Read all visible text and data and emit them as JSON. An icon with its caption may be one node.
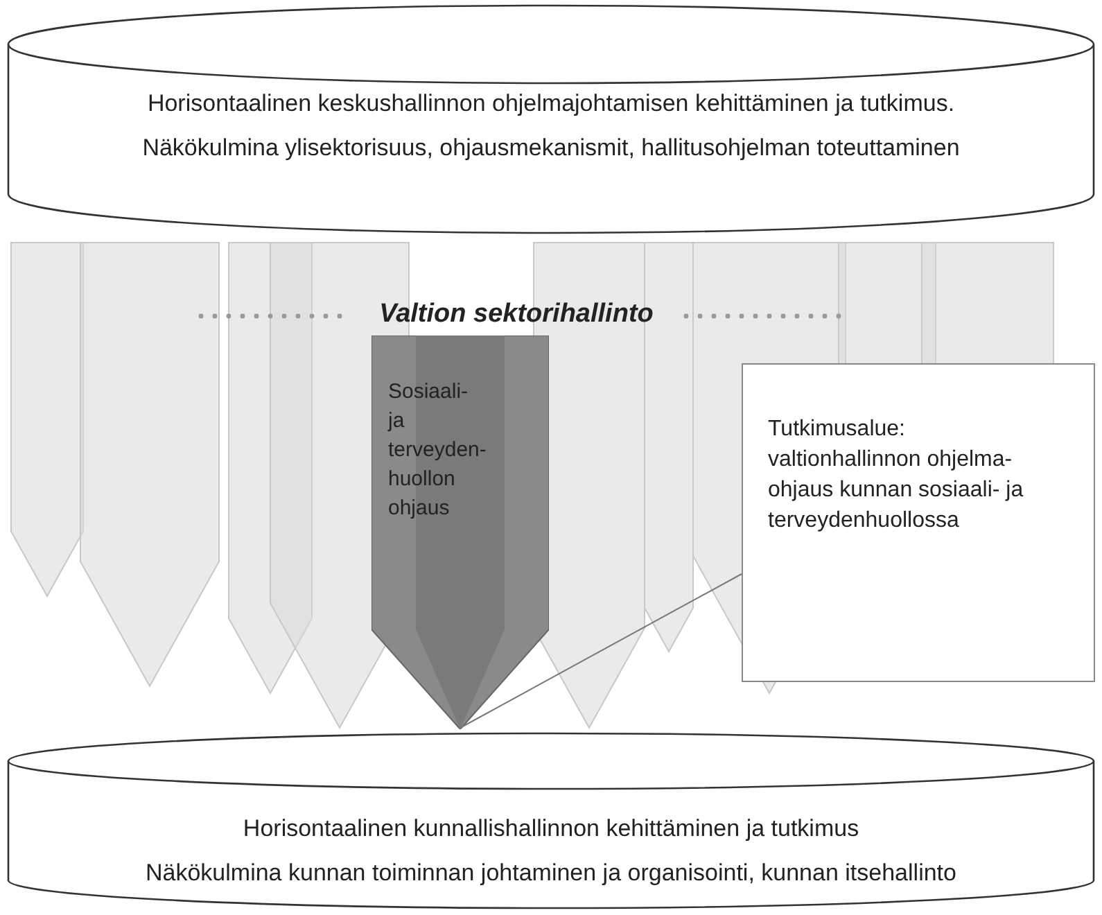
{
  "diagram": {
    "nodes": [
      {
        "text": [
          "Horisontaalinen keskushallinnon ohjelmajohtamisen kehittäminen ja tutkimus.",
          "Näkökulmina ylisektorisuus, ohjausmekanismit, hallitusohjelman toteuttaminen"
        ]
      },
      {
        "text": [
          "Horisontaalinen kunnallishallinnon kehittäminen ja tutkimus",
          "Näkökulmina kunnan toiminnan johtaminen ja organisointi, kunnan itsehallinto"
        ]
      },
      {
        "text": [
          "Sosiaali- ja terveyden- huollon ohjaus"
        ]
      },
      {
        "text": [
          "Tutkimusalue: valtionhallinnon ohjelma- ohjaus kunnan sosiaali- ja terveydenhuollossa"
        ]
      }
    ],
    "edges": [
      {
        "from": 3,
        "to": 2,
        "arrow": "none"
      }
    ],
    "labels": [
      "Valtion sektorihallinto"
    ]
  }
}
